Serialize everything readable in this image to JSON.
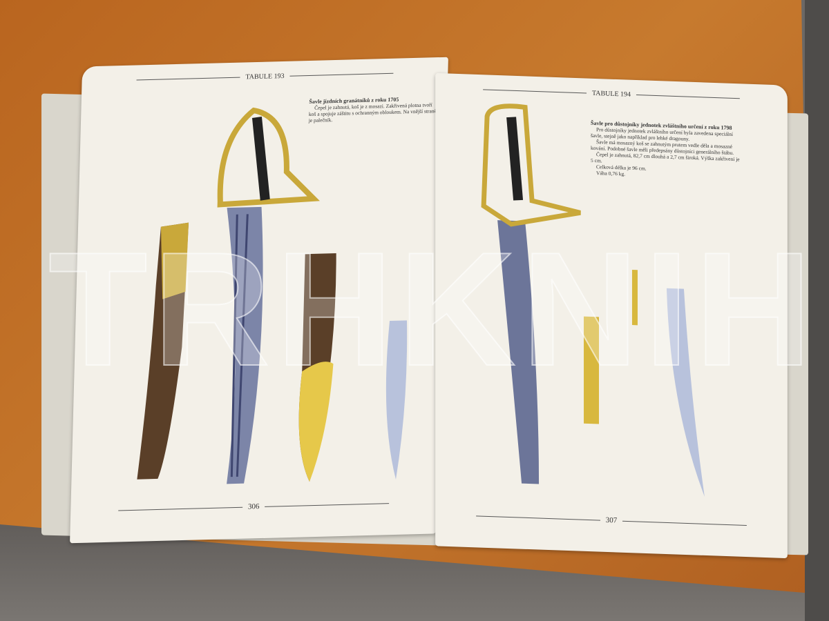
{
  "left_page": {
    "header": "TABULE 193",
    "title": "Šavle jízdních granátníků z roku 1705",
    "body": "Čepel je zahnutá, koš je z mosazi. Zakřivená plotna tvoří koš a spojuje záštitu s ochranným obloukem. Na vnější straně je palečník.",
    "page_number": "306"
  },
  "right_page": {
    "header": "TABULE 194",
    "title": "Šavle pro důstojníky jednotek zvláštního určení z roku 1798",
    "paragraphs": [
      "Pro důstojníky jednotek zvláštního určení byla zavedena speciální šavle, stejně jako například pro lehké dragouny.",
      "Šavle má mosazný koš se zahnutým prutem vedle děla a mosazné kování. Podobné šavle měli předepsány důstojníci generálního štábu.",
      "Čepel je zahnutá, 82,7 cm dlouhá a 2,7 cm široká. Výška zakřivení je 5 cm.",
      "Celková délka je 96 cm.",
      "Váha 0,76 kg."
    ],
    "page_number": "307"
  },
  "watermark": "TRHKNIH"
}
